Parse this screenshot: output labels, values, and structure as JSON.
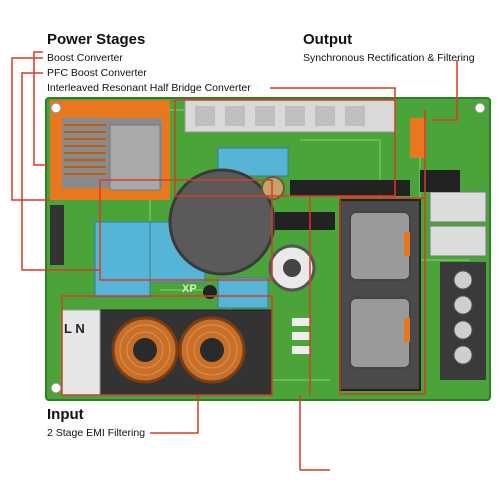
{
  "labels": {
    "power_stages": {
      "heading": "Power Stages",
      "items": [
        "Boost Converter",
        "PFC Boost Converter",
        "Interleaved Resonant Half Bridge Converter"
      ]
    },
    "output": {
      "heading": "Output",
      "items": [
        "Synchronous Rectification & Filtering"
      ]
    },
    "input": {
      "heading": "Input",
      "items": [
        "2 Stage EMI Filtering"
      ]
    }
  },
  "board_marks": {
    "ln_marking": "L N",
    "xp_marking": "XP"
  },
  "colors": {
    "leader_line": "#d93a26",
    "pcb": "#4aa43a",
    "pcb_dark": "#2f7f2a",
    "heatsink": "#5f5f5f",
    "transformer_orange": "#e87820",
    "film_capacitor": "#56b4d6",
    "toroid_copper": "#c8702a"
  }
}
